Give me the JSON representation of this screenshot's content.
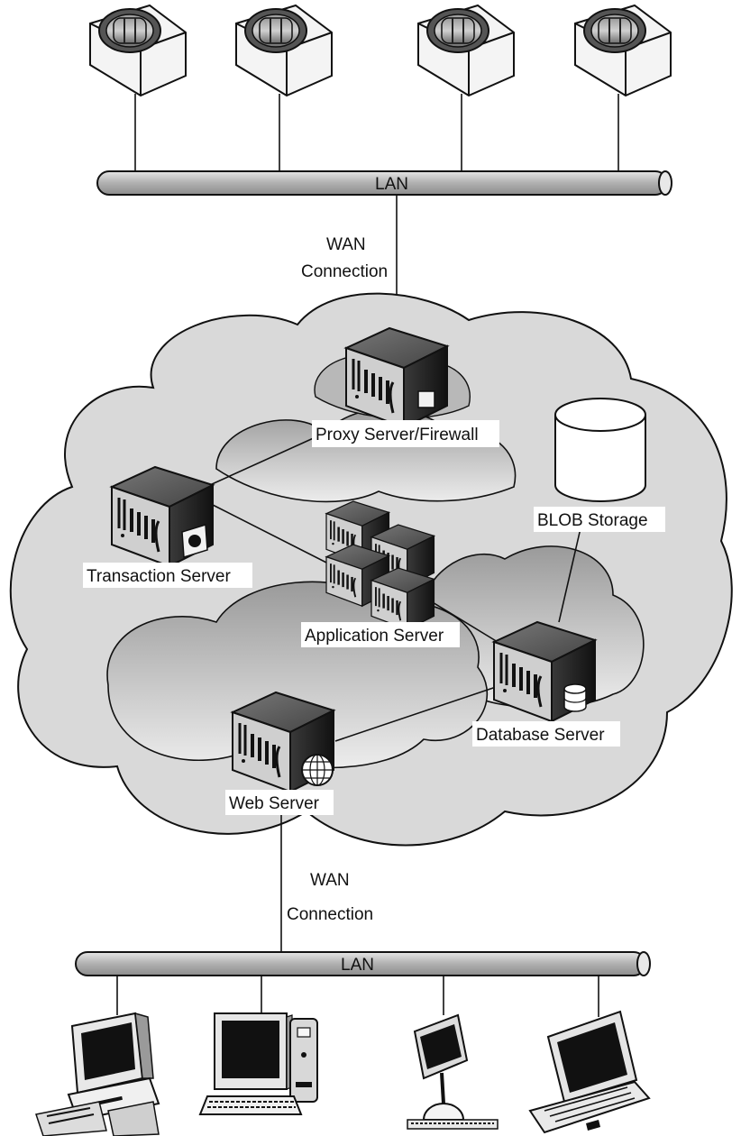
{
  "diagram": {
    "top_lan_label": "LAN",
    "bottom_lan_label": "LAN",
    "wan_top": {
      "line1": "WAN",
      "line2": "Connection"
    },
    "wan_bottom": {
      "line1": "WAN",
      "line2": "Connection"
    },
    "servers": {
      "proxy": "Proxy Server/Firewall",
      "transaction": "Transaction Server",
      "application": "Application Server",
      "database": "Database Server",
      "web": "Web Server",
      "blob": "BLOB Storage"
    }
  },
  "colors": {
    "cloud_outer": "#d2d2d2",
    "cloud_inner": "#a8a8a8",
    "lan_pipe": "#b5b5b5",
    "server_dark": "#2a2a2a"
  }
}
